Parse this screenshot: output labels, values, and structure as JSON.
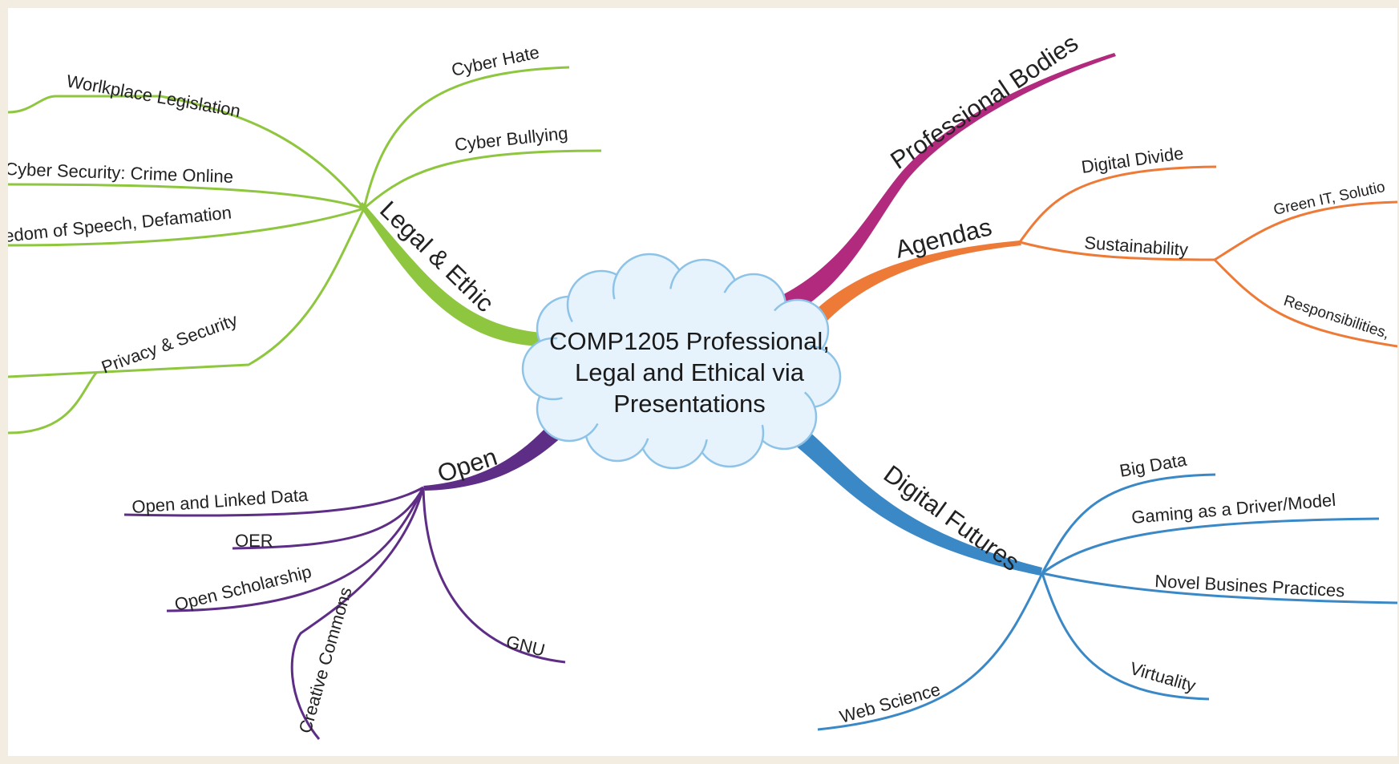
{
  "central_topic": {
    "lines": [
      "COMP1205 Professional,",
      "Legal and Ethical via",
      "Presentations"
    ]
  },
  "colors": {
    "legal": "#8fc63f",
    "open": "#5e2d86",
    "professional": "#b12a7e",
    "agendas": "#ee7a37",
    "digital": "#3b88c7",
    "cloud_fill": "#e6f3fc",
    "cloud_outline": "#8ec3e8"
  },
  "branches": {
    "legal": {
      "label": "Legal & Ethic",
      "children": {
        "cyber_hate": "Cyber Hate",
        "cyber_bullying": "Cyber Bullying",
        "workplace": "Worlkplace Legislation",
        "cyber_security": "Cyber Security: Crime Online",
        "freedom": "edom of Speech, Defamation",
        "privacy": "Privacy & Security"
      }
    },
    "open": {
      "label": "Open",
      "children": {
        "linked_data": "Open and Linked Data",
        "oer": "OER",
        "scholarship": "Open Scholarship",
        "creative_commons": "Creative Commons",
        "gnu": "GNU"
      }
    },
    "professional": {
      "label": "Professional Bodies"
    },
    "agendas": {
      "label": "Agendas",
      "children": {
        "digital_divide": "Digital Divide",
        "sustainability": "Sustainability",
        "green_it": "Green IT, Solutio",
        "responsibilities": "Responsibilities,"
      }
    },
    "digital": {
      "label": "Digital Futures",
      "children": {
        "big_data": "Big Data",
        "gaming": "Gaming as a Driver/Model",
        "novel": "Novel Busines Practices",
        "virtuality": "Virtuality",
        "web_science": "Web Science"
      }
    }
  }
}
